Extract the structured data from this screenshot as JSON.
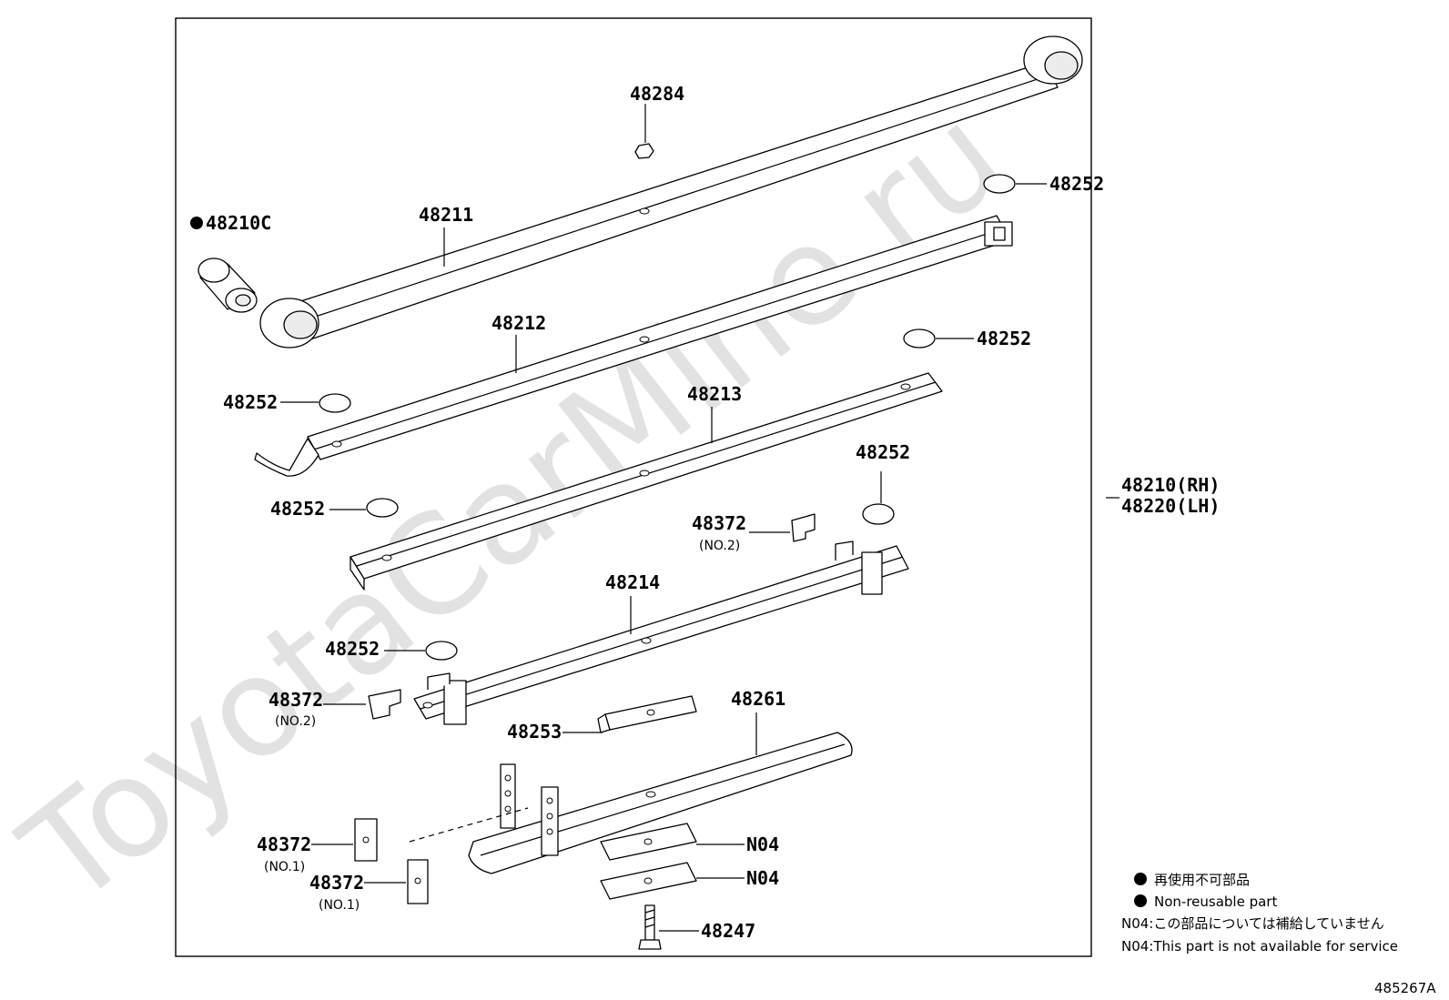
{
  "watermark": "ToyotaCarMine.ru",
  "diagram_code": "485267A",
  "assembly": {
    "rh": "48210(RH)",
    "lh": "48220(LH)"
  },
  "labels": {
    "p48284": "48284",
    "p48252_a": "48252",
    "p48210c": "48210C",
    "p48211": "48211",
    "p48212": "48212",
    "p48252_b": "48252",
    "p48252_c": "48252",
    "p48213": "48213",
    "p48252_d": "48252",
    "p48252_e": "48252",
    "p48372_a": "48372",
    "p48372_a_sub": "(NO.2)",
    "p48214": "48214",
    "p48252_f": "48252",
    "p48372_b": "48372",
    "p48372_b_sub": "(NO.2)",
    "p48261": "48261",
    "p48253": "48253",
    "p48372_c": "48372",
    "p48372_c_sub": "(NO.1)",
    "p48372_d": "48372",
    "p48372_d_sub": "(NO.1)",
    "n04_a": "N04",
    "n04_b": "N04",
    "p48247": "48247"
  },
  "legend": {
    "non_reusable_jp": "再使用不可部品",
    "non_reusable_en": "Non-reusable part",
    "n04_jp": "N04:この部品については補給していません",
    "n04_en": "N04:This part is not available for service"
  }
}
